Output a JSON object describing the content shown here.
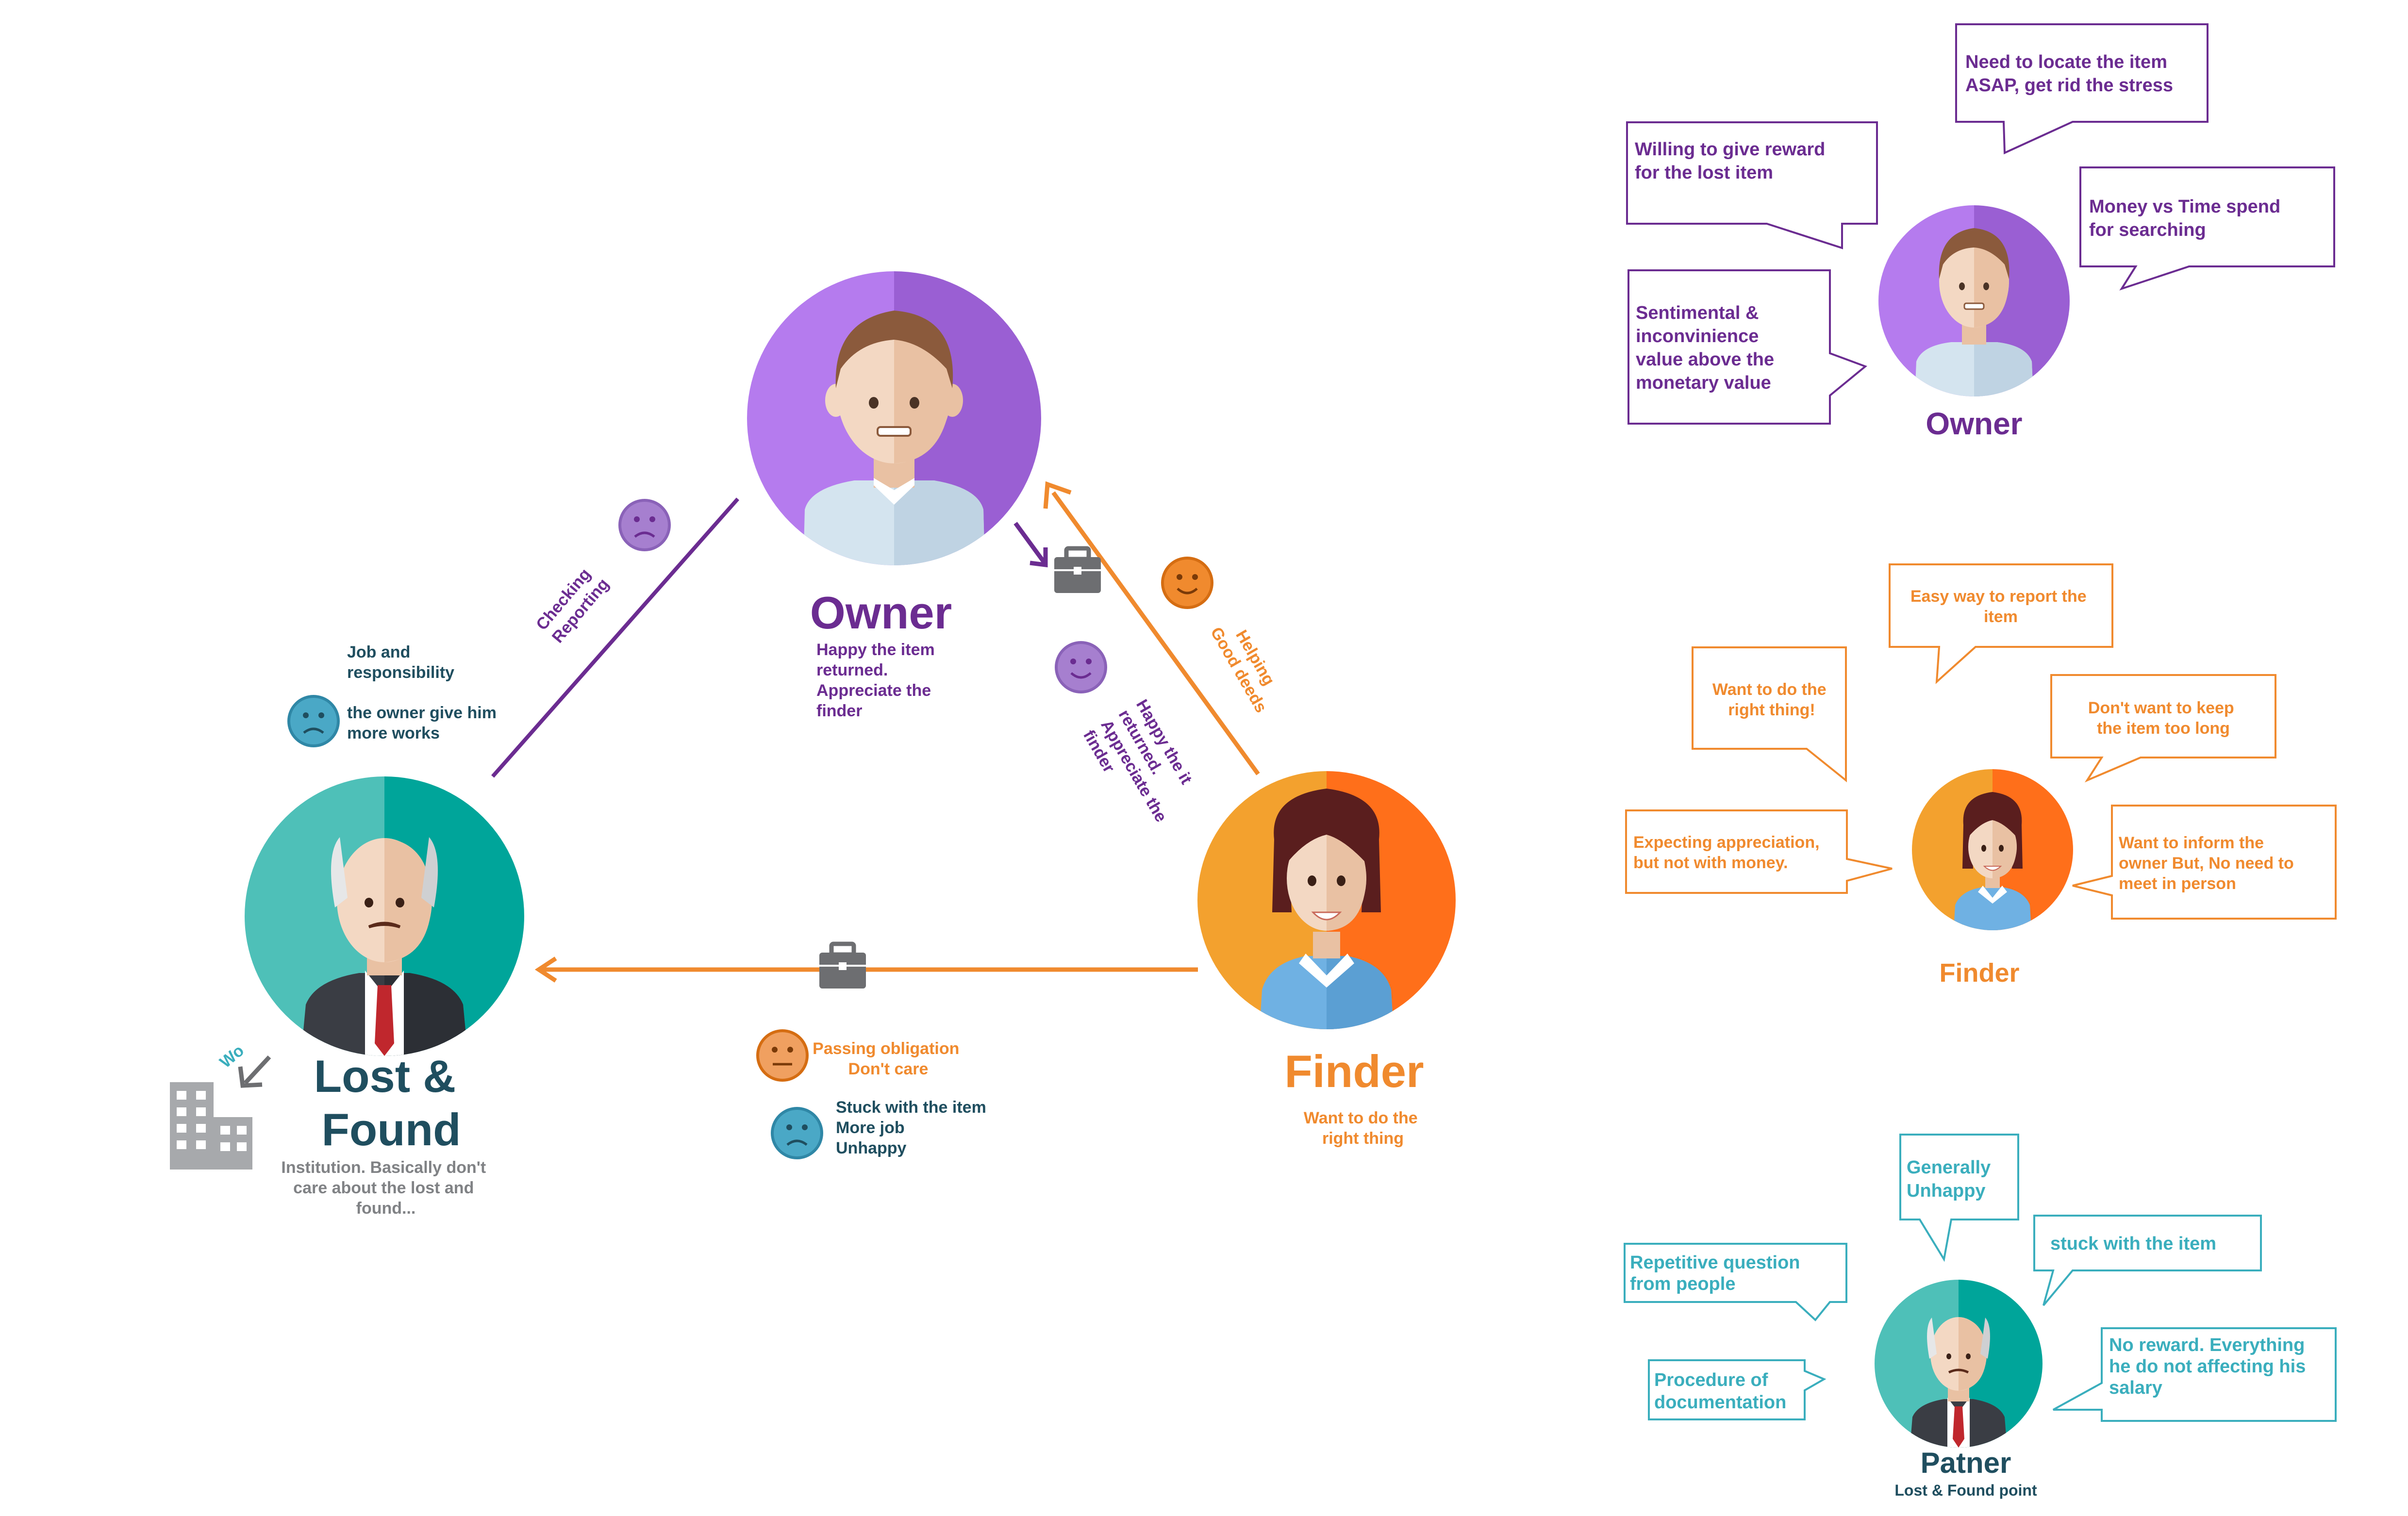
{
  "colors": {
    "purple": "#6b2c91",
    "purple_light": "#b57bee",
    "purple_dark": "#9a5fd3",
    "orange": "#f08a2e",
    "orange_dark": "#ff6f1a",
    "teal": "#3aaebd",
    "teal_dark": "#00a59a",
    "navy": "#1f4e5f",
    "gray": "#6d6e71"
  },
  "triangle": {
    "owner": {
      "name": "Owner",
      "desc": [
        "Happy the item",
        "returned.",
        "Appreciate the",
        "finder"
      ]
    },
    "finder": {
      "name": "Finder",
      "desc": [
        "Want to do the",
        "right thing"
      ]
    },
    "lost_found": {
      "name_line1": "Lost &",
      "name_line2": "Found",
      "desc": [
        "Institution. Basically don't",
        "care about the lost and",
        "found..."
      ],
      "work_label": "Wo"
    },
    "left_edge": {
      "label1": "Checking",
      "label2": "Reporting",
      "job": [
        "Job and",
        "responsibility"
      ],
      "works": [
        "the owner give him",
        "more works"
      ]
    },
    "right_edge": {
      "helping1": "Helping",
      "helping2": "Good deeds",
      "happy": [
        "Happy the it",
        "returned.",
        "Appreciate the",
        "finder"
      ]
    },
    "bottom_edge": {
      "passing": [
        "Passing obligation",
        "Don't care"
      ],
      "stuck": [
        "Stuck with the item",
        "More job",
        "Unhappy"
      ]
    }
  },
  "personas": {
    "owner": {
      "title": "Owner",
      "bubbles": [
        [
          "Need to locate the item",
          "ASAP, get rid the stress"
        ],
        [
          "Willing to  give reward",
          "for the lost item"
        ],
        [
          "Money vs Time spend",
          "for searching"
        ],
        [
          "Sentimental &",
          "inconvinience",
          "value above the",
          "monetary value"
        ]
      ]
    },
    "finder": {
      "title": "Finder",
      "bubbles": [
        [
          "Easy way to report the",
          "item"
        ],
        [
          "Want to do the",
          "right thing!"
        ],
        [
          "Don't want to keep",
          "the item too long"
        ],
        [
          "Expecting appreciation,",
          "but not with money."
        ],
        [
          "Want to inform the",
          "owner But, No need to",
          "meet in person"
        ]
      ]
    },
    "patner": {
      "title": "Patner",
      "subtitle": "Lost & Found point",
      "bubbles": [
        [
          "Generally",
          "Unhappy"
        ],
        [
          "stuck with the item"
        ],
        [
          "Repetitive question",
          "from people"
        ],
        [
          "Procedure of",
          "documentation"
        ],
        [
          "No reward. Everything",
          "he do not affecting his",
          "salary"
        ]
      ]
    }
  }
}
